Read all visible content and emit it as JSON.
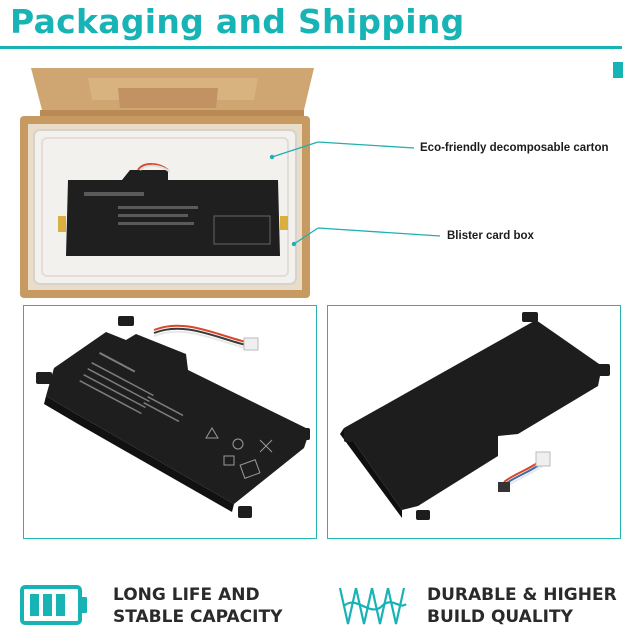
{
  "page_title": "Packaging and Shipping",
  "callouts": {
    "carton": "Eco-friendly decomposable carton",
    "blister": "Blister card box"
  },
  "features": [
    {
      "icon": "battery-icon",
      "line1": "LONG LIFE AND",
      "line2": "STABLE CAPACITY"
    },
    {
      "icon": "cells-icon",
      "line1": "DURABLE & HIGHER",
      "line2": "BUILD QUALITY"
    }
  ],
  "colors": {
    "accent": "#18b3b5",
    "carton": "#c79a62",
    "battery": "#1b1b1b",
    "text": "#2a2a2a"
  }
}
